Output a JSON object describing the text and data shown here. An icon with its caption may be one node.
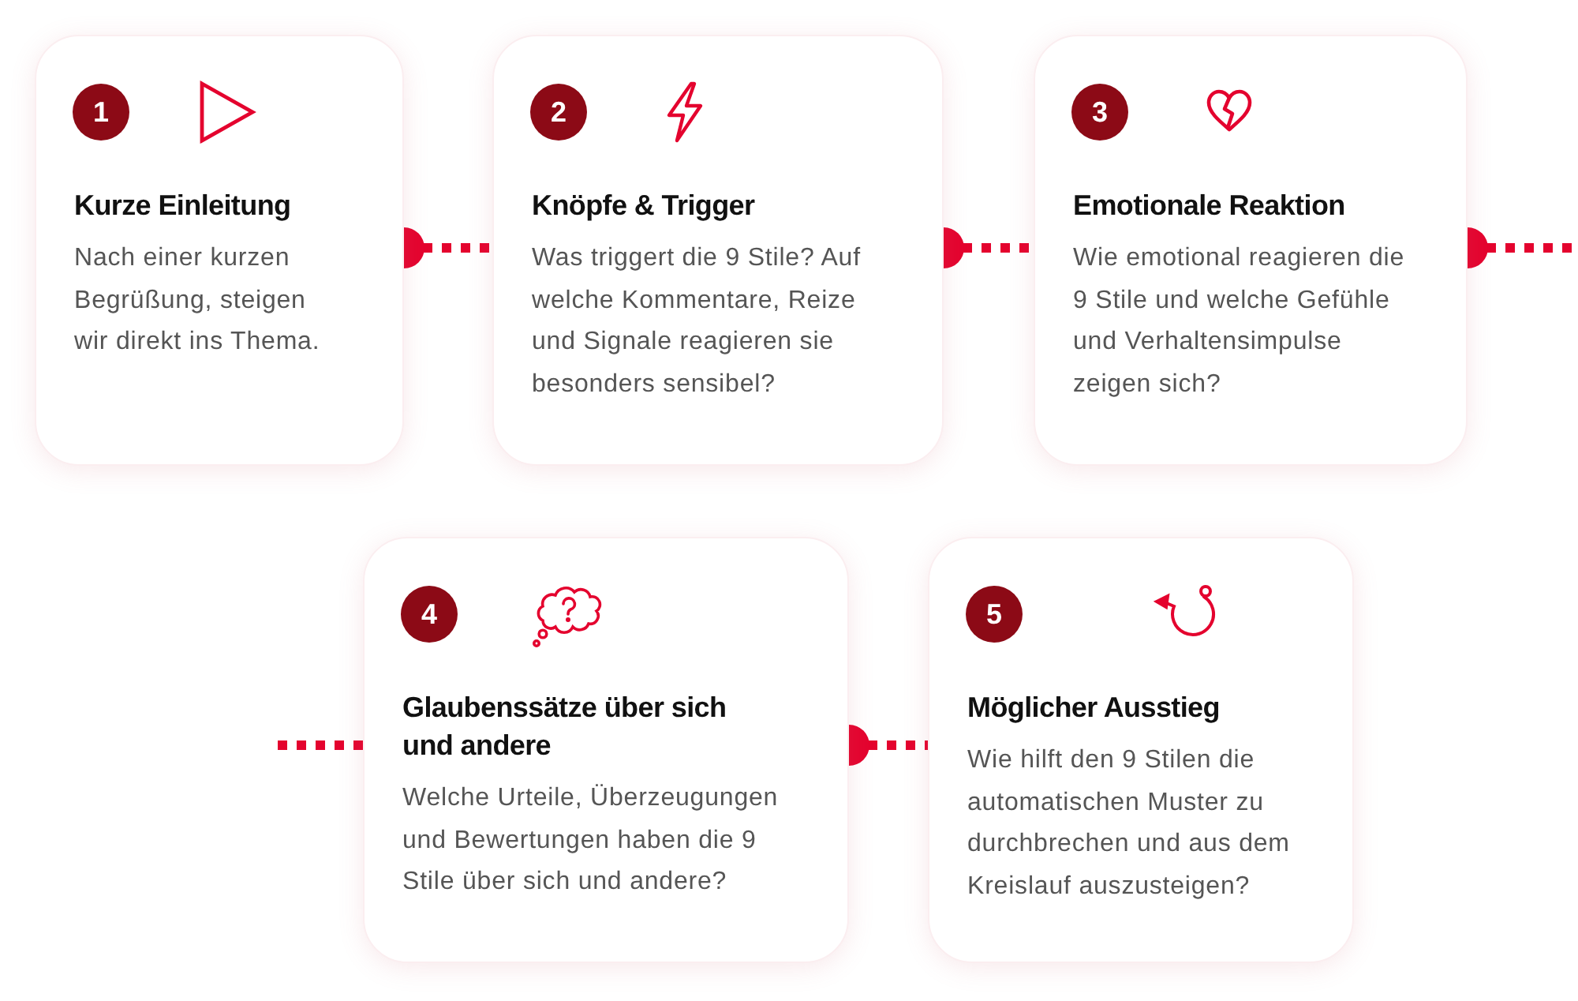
{
  "diagram": {
    "nodes": [
      {
        "text": [
          "Kurze Einleitung",
          "Nach einer kurzen Begrüßung, steigen wir direkt ins Thema."
        ]
      },
      {
        "text": [
          "1"
        ],
        "in": 0
      },
      {
        "text": [
          "Knöpfe & Trigger",
          "Was triggert die 9 Stile? Auf welche Kommentare, Reize und Signale reagieren sie besonders sensibel?"
        ]
      },
      {
        "text": [
          "2"
        ],
        "in": 2
      },
      {
        "text": [
          "Emotionale Reaktion",
          "Wie emotional reagieren die 9 Stile und welche Gefühle und Verhaltensimpulse zeigen sich?"
        ]
      },
      {
        "text": [
          "3"
        ],
        "in": 4
      },
      {
        "text": [
          "Glaubenssätze über sich und andere",
          "Welche Urteile, Überzeugungen und Bewertungen haben die 9 Stile über sich und andere?"
        ]
      },
      {
        "text": [
          "4"
        ],
        "in": 6
      },
      {
        "text": [
          "Möglicher Ausstieg",
          "Wie hilft den 9 Stilen die automatischen Muster zu durchbrechen und aus dem Kreislauf auszusteigen?"
        ]
      },
      {
        "text": [
          "5"
        ],
        "in": 8
      }
    ],
    "edges": [
      {
        "from": 0,
        "to": 2,
        "arrow": "other"
      },
      {
        "from": 2,
        "to": 4,
        "arrow": "other"
      },
      {
        "from": 4,
        "to": null,
        "arrow": "other"
      },
      {
        "from": null,
        "to": 6,
        "arrow": "none"
      },
      {
        "from": 6,
        "to": 8,
        "arrow": "other"
      }
    ]
  }
}
